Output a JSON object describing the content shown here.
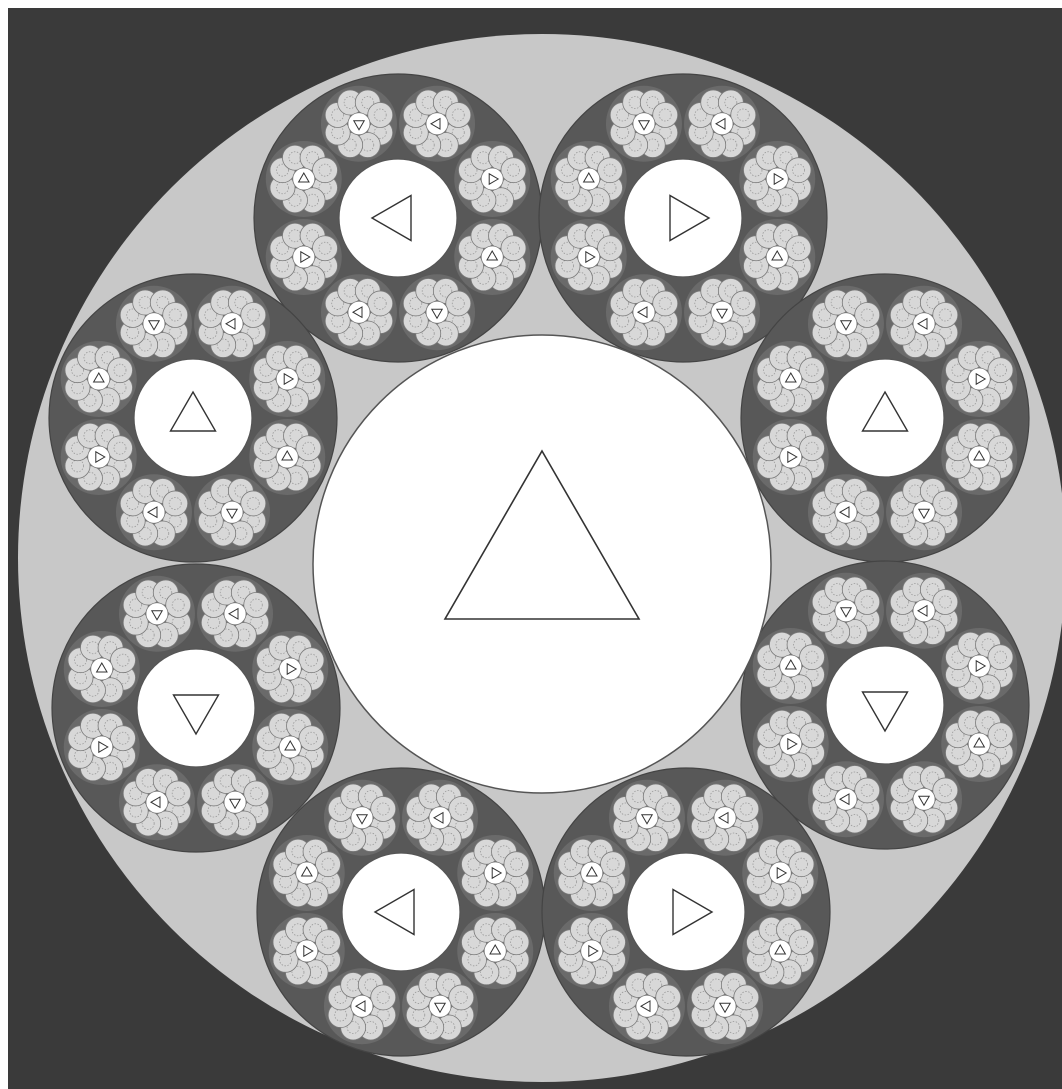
{
  "artwork": {
    "colors": {
      "background": "#3a3a3a",
      "disc": "#c8c8c8",
      "cluster_fill": "#585858",
      "white": "#ffffff",
      "cell": "#d8d8d8",
      "cell_stroke": "#7a7a7a",
      "dot": "#9a9a9a",
      "line": "#555555"
    },
    "center": {
      "icon": "triangle-up-icon"
    },
    "clusters": [
      {
        "name": "cluster-top-left",
        "core_icon": "triangle-left-icon"
      },
      {
        "name": "cluster-top-right",
        "core_icon": "triangle-right-icon"
      },
      {
        "name": "cluster-upper-left",
        "core_icon": "triangle-up-icon"
      },
      {
        "name": "cluster-upper-right",
        "core_icon": "triangle-up-icon"
      },
      {
        "name": "cluster-lower-left",
        "core_icon": "triangle-down-icon"
      },
      {
        "name": "cluster-lower-right",
        "core_icon": "triangle-down-icon"
      },
      {
        "name": "cluster-bottom-left",
        "core_icon": "triangle-left-icon"
      },
      {
        "name": "cluster-bottom-right",
        "core_icon": "triangle-right-icon"
      }
    ],
    "satellite_icons": [
      [
        "triangle-left-icon",
        "triangle-right-icon",
        "triangle-up-icon",
        "triangle-down-icon",
        "triangle-left-icon",
        "triangle-right-icon",
        "triangle-up-icon",
        "triangle-down-icon"
      ],
      [
        "triangle-left-icon",
        "triangle-right-icon",
        "triangle-up-icon",
        "triangle-down-icon",
        "triangle-left-icon",
        "triangle-right-icon",
        "triangle-up-icon",
        "triangle-down-icon"
      ],
      [
        "triangle-left-icon",
        "triangle-right-icon",
        "triangle-up-icon",
        "triangle-down-icon",
        "triangle-left-icon",
        "triangle-right-icon",
        "triangle-up-icon",
        "triangle-down-icon"
      ],
      [
        "triangle-left-icon",
        "triangle-right-icon",
        "triangle-up-icon",
        "triangle-down-icon",
        "triangle-left-icon",
        "triangle-right-icon",
        "triangle-up-icon",
        "triangle-down-icon"
      ],
      [
        "triangle-left-icon",
        "triangle-right-icon",
        "triangle-up-icon",
        "triangle-down-icon",
        "triangle-left-icon",
        "triangle-right-icon",
        "triangle-up-icon",
        "triangle-down-icon"
      ],
      [
        "triangle-left-icon",
        "triangle-right-icon",
        "triangle-up-icon",
        "triangle-down-icon",
        "triangle-left-icon",
        "triangle-right-icon",
        "triangle-up-icon",
        "triangle-down-icon"
      ],
      [
        "triangle-left-icon",
        "triangle-right-icon",
        "triangle-up-icon",
        "triangle-down-icon",
        "triangle-left-icon",
        "triangle-right-icon",
        "triangle-up-icon",
        "triangle-down-icon"
      ],
      [
        "triangle-left-icon",
        "triangle-right-icon",
        "triangle-up-icon",
        "triangle-down-icon",
        "triangle-left-icon",
        "triangle-right-icon",
        "triangle-up-icon",
        "triangle-down-icon"
      ]
    ]
  }
}
